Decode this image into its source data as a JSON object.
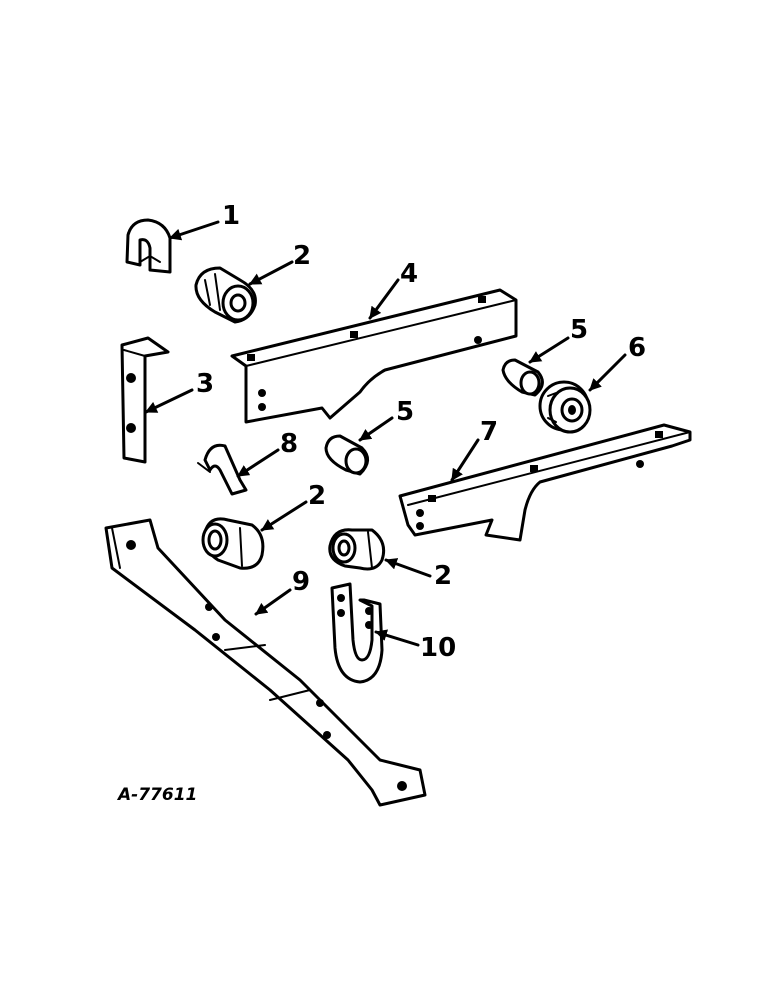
{
  "callouts": {
    "c1": "1",
    "c2a": "2",
    "c2b": "2",
    "c2c": "2",
    "c3": "3",
    "c4": "4",
    "c5a": "5",
    "c5b": "5",
    "c6": "6",
    "c7": "7",
    "c8": "8",
    "c9": "9",
    "c10": "10"
  },
  "reference_code": "A-77611"
}
